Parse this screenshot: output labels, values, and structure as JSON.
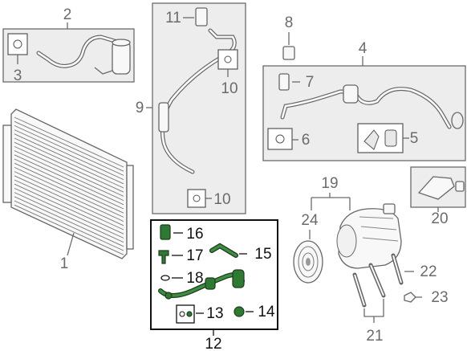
{
  "callouts": {
    "c1": "1",
    "c2": "2",
    "c3": "3",
    "c4": "4",
    "c5": "5",
    "c6": "6",
    "c7": "7",
    "c8": "8",
    "c9": "9",
    "c10a": "10",
    "c10b": "10",
    "c11": "11",
    "c12": "12",
    "c13": "13",
    "c14": "14",
    "c15": "15",
    "c16": "16",
    "c17": "17",
    "c18": "18",
    "c19": "19",
    "c20": "20",
    "c21": "21",
    "c22": "22",
    "c23": "23",
    "c24": "24"
  },
  "colors": {
    "highlight_part": "#2f7a32",
    "label": "#6b6b6b",
    "kit_box_border": "#111111",
    "group_box_fill": "#ededed"
  }
}
